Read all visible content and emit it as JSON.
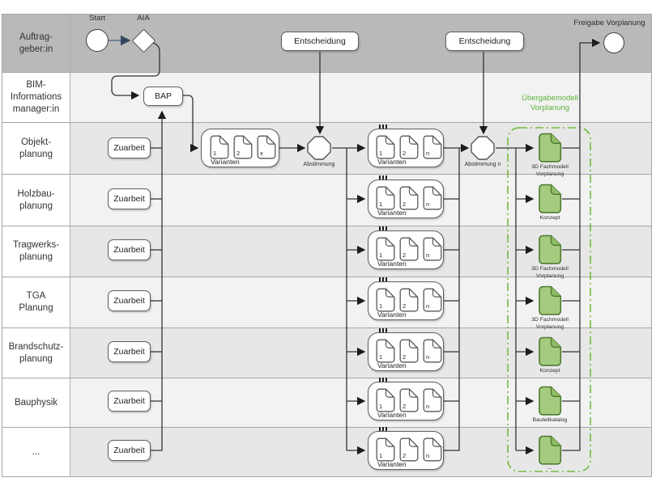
{
  "colors": {
    "lane_header": "#b9b9b9",
    "lane_light": "#f2f2f2",
    "lane_mid": "#e7e7e7",
    "edge": "#333333",
    "start_edge": "#5b7191",
    "deliverable_fill": "#a5cb7e",
    "deliverable_border": "#4d7a31",
    "group_dash": "#72bb3c",
    "group_label": "#5cb53a"
  },
  "header": {
    "start_label": "Start",
    "aia_label": "AIA",
    "entscheidung1": "Entscheidung",
    "entscheidung2": "Entscheidung",
    "freigabe_label": "Freigabe Vorplanung"
  },
  "bim": {
    "bap_label": "BAP"
  },
  "objekt": {
    "varianten1": {
      "title": "Varianten",
      "docs": [
        "1",
        "2",
        "x"
      ]
    },
    "abstimmung_label": "Abstimmung",
    "abstimmung_n_label": "Abstimmung n"
  },
  "uebergabemodell_label": "Übergabemodell\nVorplanung",
  "lanes": [
    {
      "label": "Auftrag-\ngeber:in"
    },
    {
      "label": "BIM-\nInformations\nmanager:in"
    },
    {
      "label": "Objekt-\nplanung",
      "zuarbeit": "Zuarbeit",
      "varianten": {
        "title": "Varianten",
        "docs": [
          "1",
          "2",
          "n"
        ]
      },
      "deliverable": "3D Fachmodell\nVorplanung"
    },
    {
      "label": "Holzbau-\nplanung",
      "zuarbeit": "Zuarbeit",
      "varianten": {
        "title": "Varianten",
        "docs": [
          "1",
          "2",
          "n"
        ]
      },
      "deliverable": "Konzept"
    },
    {
      "label": "Tragwerks-\nplanung",
      "zuarbeit": "Zuarbeit",
      "varianten": {
        "title": "Varianten",
        "docs": [
          "1",
          "2",
          "n"
        ]
      },
      "deliverable": "3D Fachmodell\nVorplanung"
    },
    {
      "label": "TGA\nPlanung",
      "zuarbeit": "Zuarbeit",
      "varianten": {
        "title": "Varianten",
        "docs": [
          "1",
          "2",
          "n"
        ]
      },
      "deliverable": "3D Fachmodell\nVorplanung"
    },
    {
      "label": "Brandschutz-\nplanung",
      "zuarbeit": "Zuarbeit",
      "varianten": {
        "title": "Varianten",
        "docs": [
          "1",
          "2",
          "n"
        ]
      },
      "deliverable": "Konzept"
    },
    {
      "label": "Bauphysik",
      "zuarbeit": "Zuarbeit",
      "varianten": {
        "title": "Varianten",
        "docs": [
          "1",
          "2",
          "n"
        ]
      },
      "deliverable": "Bauteilkatalog"
    },
    {
      "label": "...",
      "zuarbeit": "Zuarbeit",
      "varianten": {
        "title": "Varianten",
        "docs": [
          "1",
          "2",
          "n"
        ]
      },
      "deliverable": "..."
    }
  ]
}
